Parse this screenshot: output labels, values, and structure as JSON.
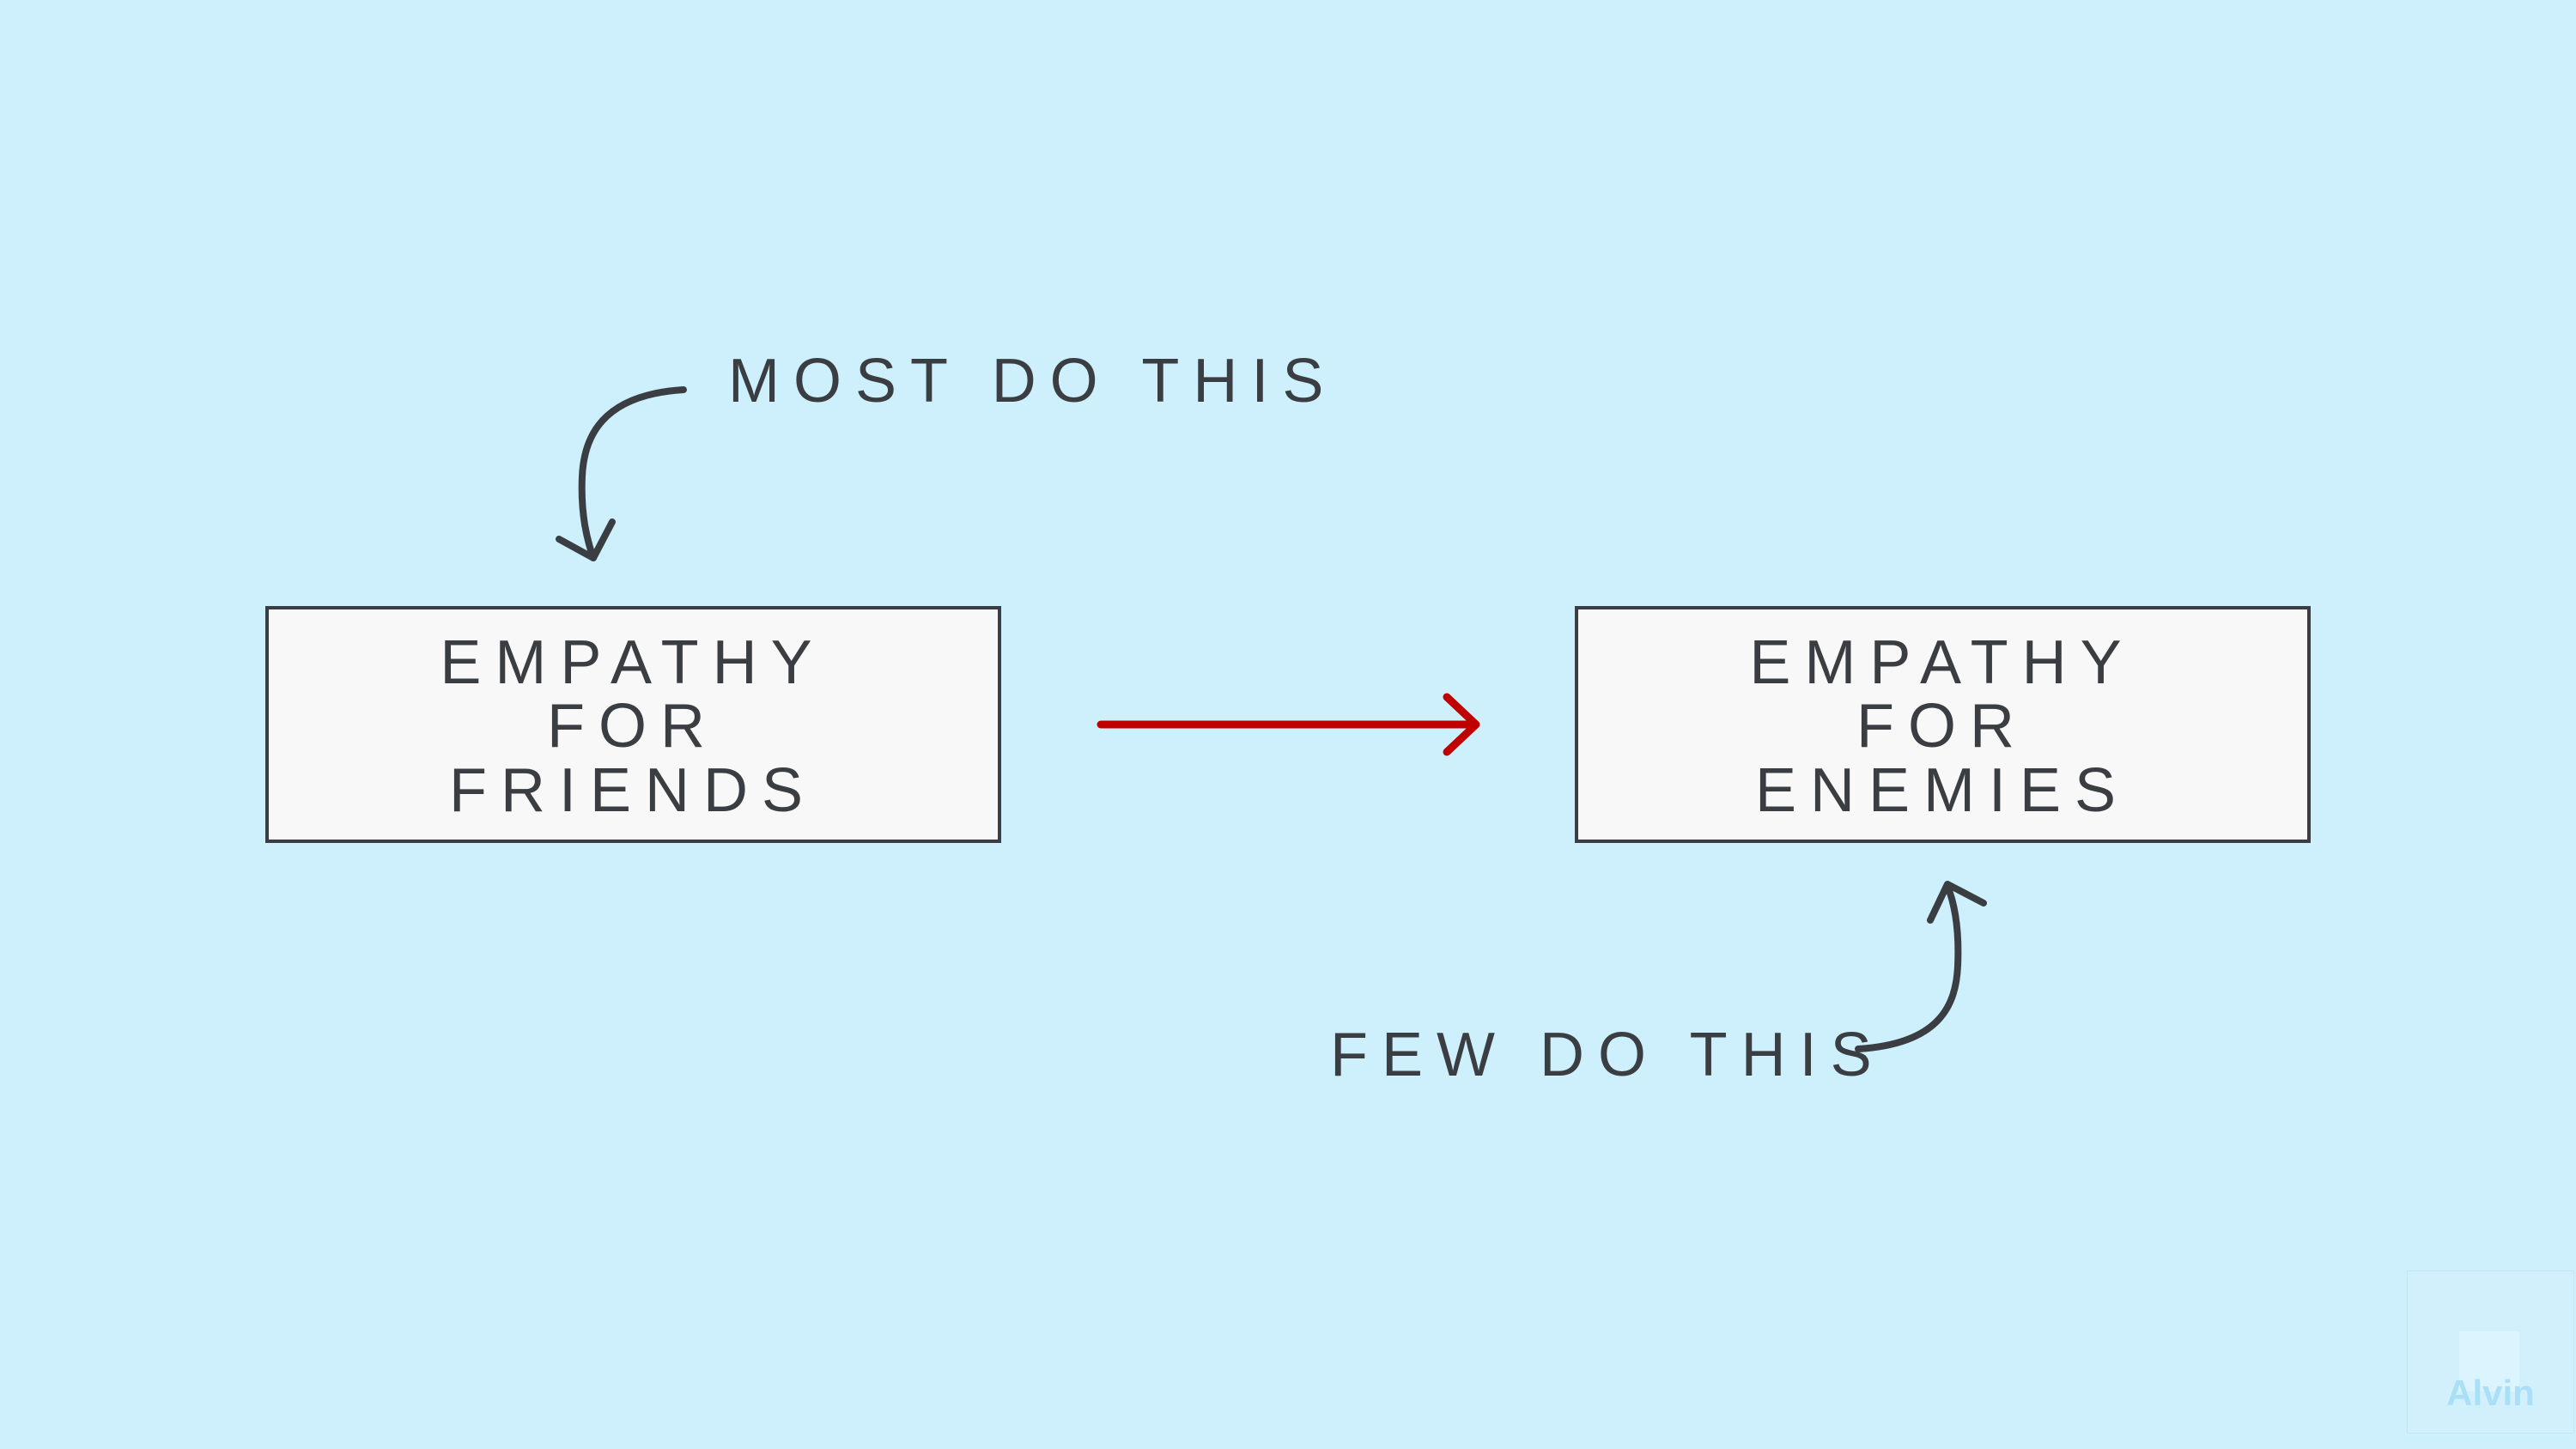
{
  "colors": {
    "background": "#cdf0fc",
    "box_fill": "#f8f8f8",
    "box_stroke": "#3a3e42",
    "text": "#3a3e42",
    "main_arrow": "#c00000",
    "annotation_arrow": "#3a3e42"
  },
  "left_box": {
    "lines": [
      "EMPATHY",
      "FOR",
      "FRIENDS"
    ]
  },
  "right_box": {
    "lines": [
      "EMPATHY",
      "FOR",
      "ENEMIES"
    ]
  },
  "top_note": {
    "label": "MOST DO THIS",
    "arrow_icon": "curved-arrow-down-icon"
  },
  "bottom_note": {
    "label": "FEW DO THIS",
    "arrow_icon": "curved-arrow-up-icon"
  },
  "main_arrow": {
    "icon": "arrow-right-icon"
  },
  "watermark": {
    "label": "Alvin"
  }
}
